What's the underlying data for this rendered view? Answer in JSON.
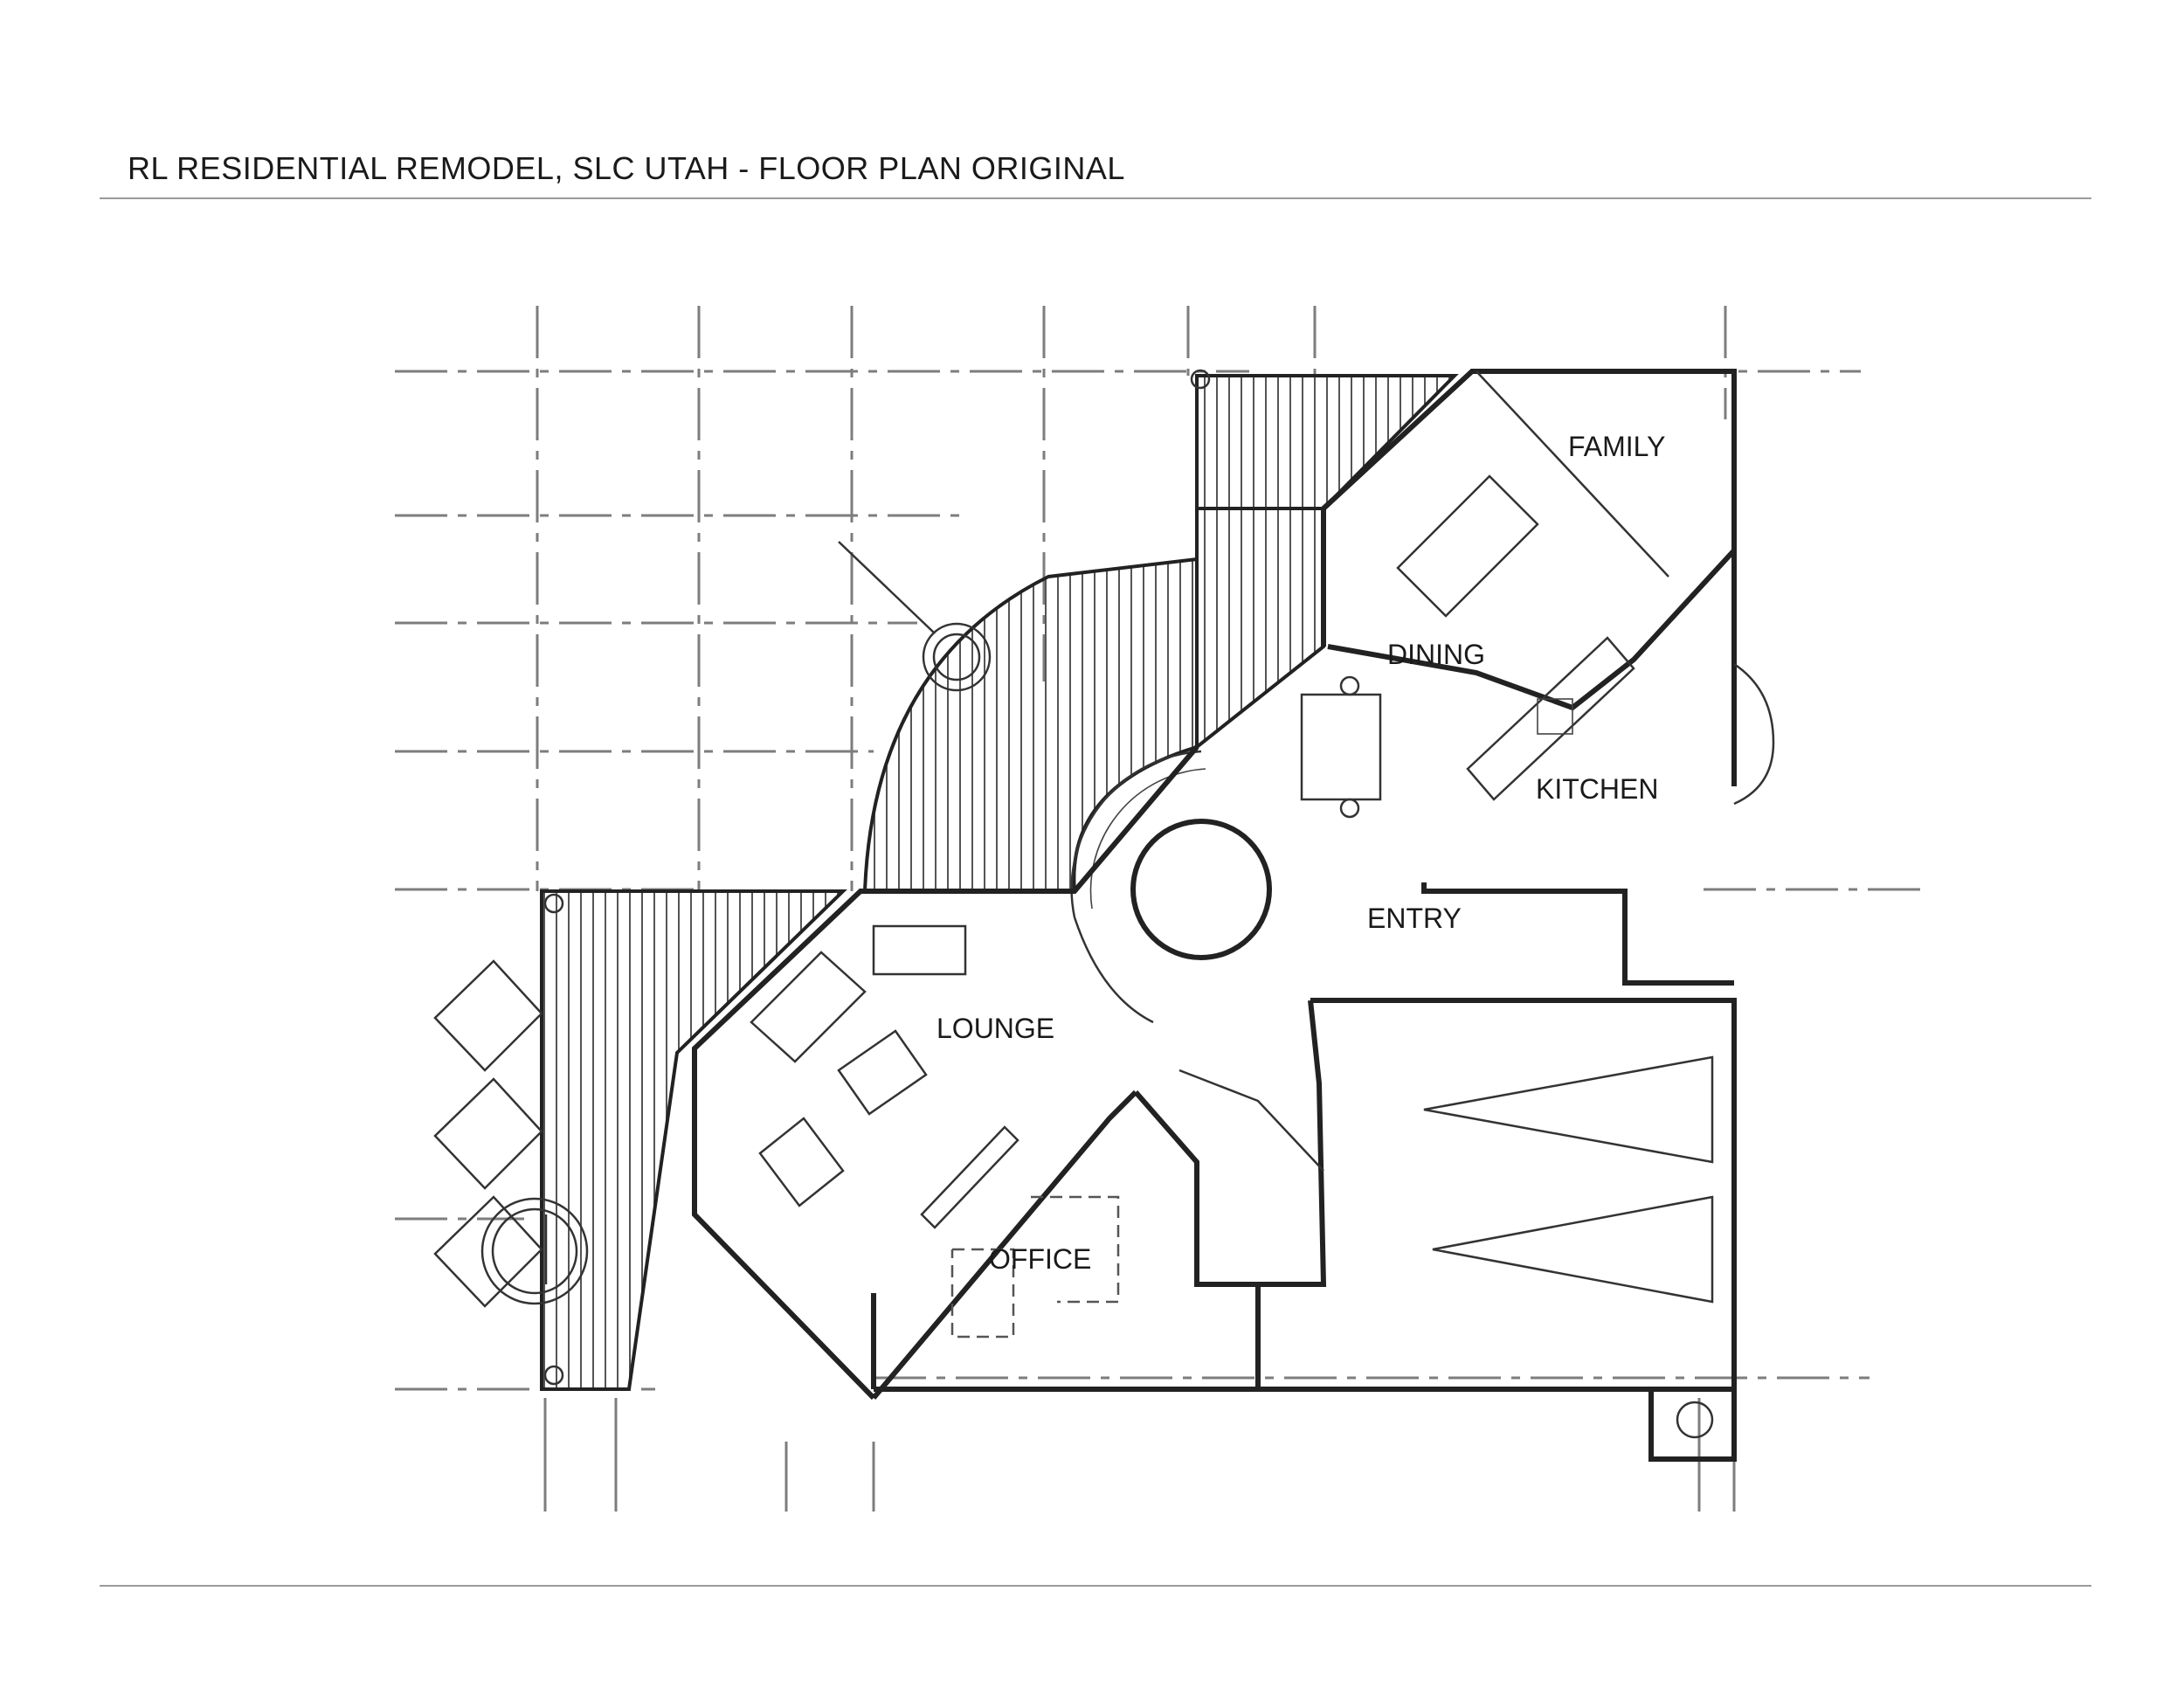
{
  "header": {
    "title": "RL RESIDENTIAL REMODEL, SLC UTAH -  FLOOR PLAN ORIGINAL"
  },
  "plan": {
    "rooms": {
      "family": "FAMILY",
      "dining": "DINING",
      "kitchen": "KITCHEN",
      "entry": "ENTRY",
      "lounge": "LOUNGE",
      "office": "OFFICE"
    }
  }
}
